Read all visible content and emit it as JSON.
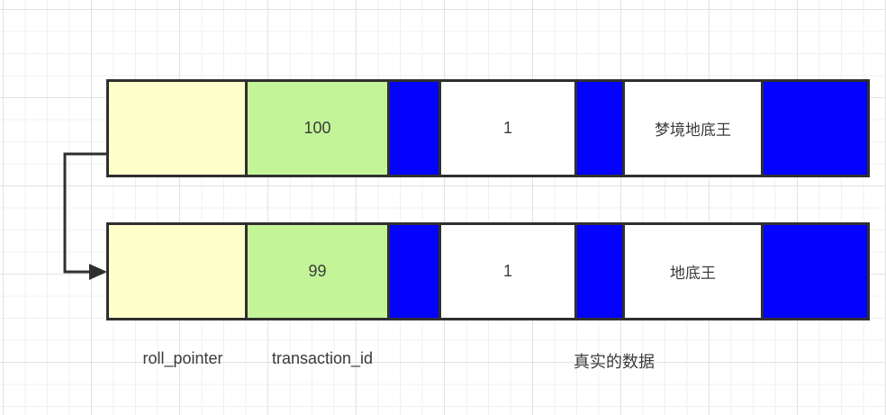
{
  "diagram": {
    "title_hint": "mvcc-version-chain",
    "colors": {
      "roll_pointer_cell": "#FFFFCC",
      "transaction_id_cell": "#C3F598",
      "separator_cell": "#0202FE",
      "data_cell": "#FFFFFF",
      "border": "#2f2f2f",
      "grid_minor": "#f0f0f0",
      "grid_major": "#e2e2e2"
    },
    "rows": [
      {
        "name": "current-record-row",
        "cells": [
          {
            "role": "roll_pointer",
            "text": ""
          },
          {
            "role": "transaction_id",
            "text": "100"
          },
          {
            "role": "separator",
            "text": ""
          },
          {
            "role": "primary_key",
            "text": "1"
          },
          {
            "role": "separator",
            "text": ""
          },
          {
            "role": "data_value",
            "text": "梦境地底王"
          },
          {
            "role": "separator",
            "text": ""
          }
        ]
      },
      {
        "name": "undo-version-row",
        "cells": [
          {
            "role": "roll_pointer",
            "text": ""
          },
          {
            "role": "transaction_id",
            "text": "99"
          },
          {
            "role": "separator",
            "text": ""
          },
          {
            "role": "primary_key",
            "text": "1"
          },
          {
            "role": "separator",
            "text": ""
          },
          {
            "role": "data_value",
            "text": "地底王"
          },
          {
            "role": "separator",
            "text": ""
          }
        ]
      }
    ],
    "connector": {
      "name": "roll-pointer-arrow",
      "from": "current-record-row.roll_pointer",
      "to": "undo-version-row.left-middle"
    },
    "labels": [
      {
        "text": "roll_pointer"
      },
      {
        "text": "transaction_id"
      },
      {
        "text": "真实的数据"
      }
    ]
  }
}
